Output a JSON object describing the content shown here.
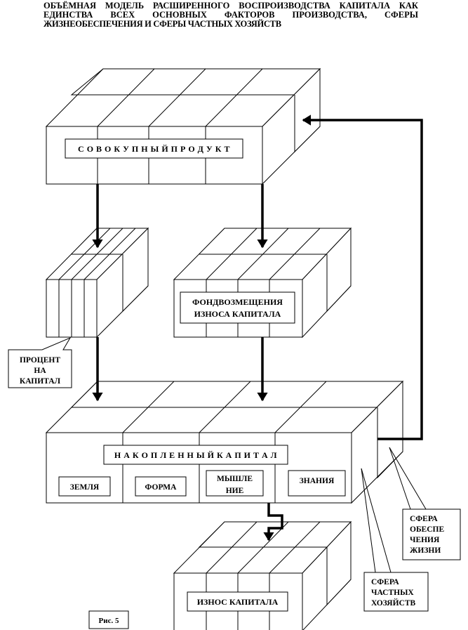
{
  "title": {
    "lines": [
      "ОБЪЁМНАЯ МОДЕЛЬ РАСШИРЕННОГО ВОСПРОИЗВОДСТВА КАПИТАЛА КАК",
      "ЕДИНСТВА ВСЕХ ОСНОВНЫХ ФАКТОРОВ ПРОИЗВОДСТВА, СФЕРЫ",
      "ЖИЗНЕОБЕСПЕЧЕНИЯ И СФЕРЫ ЧАСТНЫХ ХОЗЯЙСТВ"
    ]
  },
  "nodes": {
    "total_product": {
      "label": "С О В О К У П Н Ы Й   П Р О Д У К Т"
    },
    "interest": {
      "callout_lines": [
        "ПРОЦЕНТ",
        "НА",
        "КАПИТАЛ"
      ]
    },
    "depreciation_fund": {
      "label_lines": [
        "ФОНДВОЗМЕЩЕНИЯ",
        "ИЗНОСА КАПИТАЛА"
      ]
    },
    "accumulated_capital": {
      "label": "Н А К О П Л Е Н Н Ы Й   К А П И Т А Л",
      "factors": [
        {
          "lines": [
            "ЗЕМЛЯ"
          ]
        },
        {
          "lines": [
            "ФОРМА"
          ]
        },
        {
          "lines": [
            "МЫШЛЕ",
            "НИЕ"
          ]
        },
        {
          "lines": [
            "ЗНАНИЯ"
          ]
        }
      ]
    },
    "capital_wear": {
      "label": "ИЗНОС КАПИТАЛА"
    }
  },
  "callouts": {
    "life_support": {
      "lines": [
        "СФЕРА",
        "ОБЕСПЕ",
        "ЧЕНИЯ",
        "ЖИЗНИ"
      ]
    },
    "private_households": {
      "lines": [
        "СФЕРА",
        "ЧАСТНЫХ",
        "ХОЗЯЙСТВ"
      ]
    }
  },
  "figure_label": "Рис. 5",
  "edges": [
    {
      "from": "total_product",
      "to": "interest"
    },
    {
      "from": "total_product",
      "to": "depreciation_fund"
    },
    {
      "from": "interest",
      "to": "accumulated_capital"
    },
    {
      "from": "depreciation_fund",
      "to": "accumulated_capital"
    },
    {
      "from": "accumulated_capital",
      "to": "capital_wear"
    },
    {
      "from": "accumulated_capital",
      "to": "total_product"
    }
  ]
}
